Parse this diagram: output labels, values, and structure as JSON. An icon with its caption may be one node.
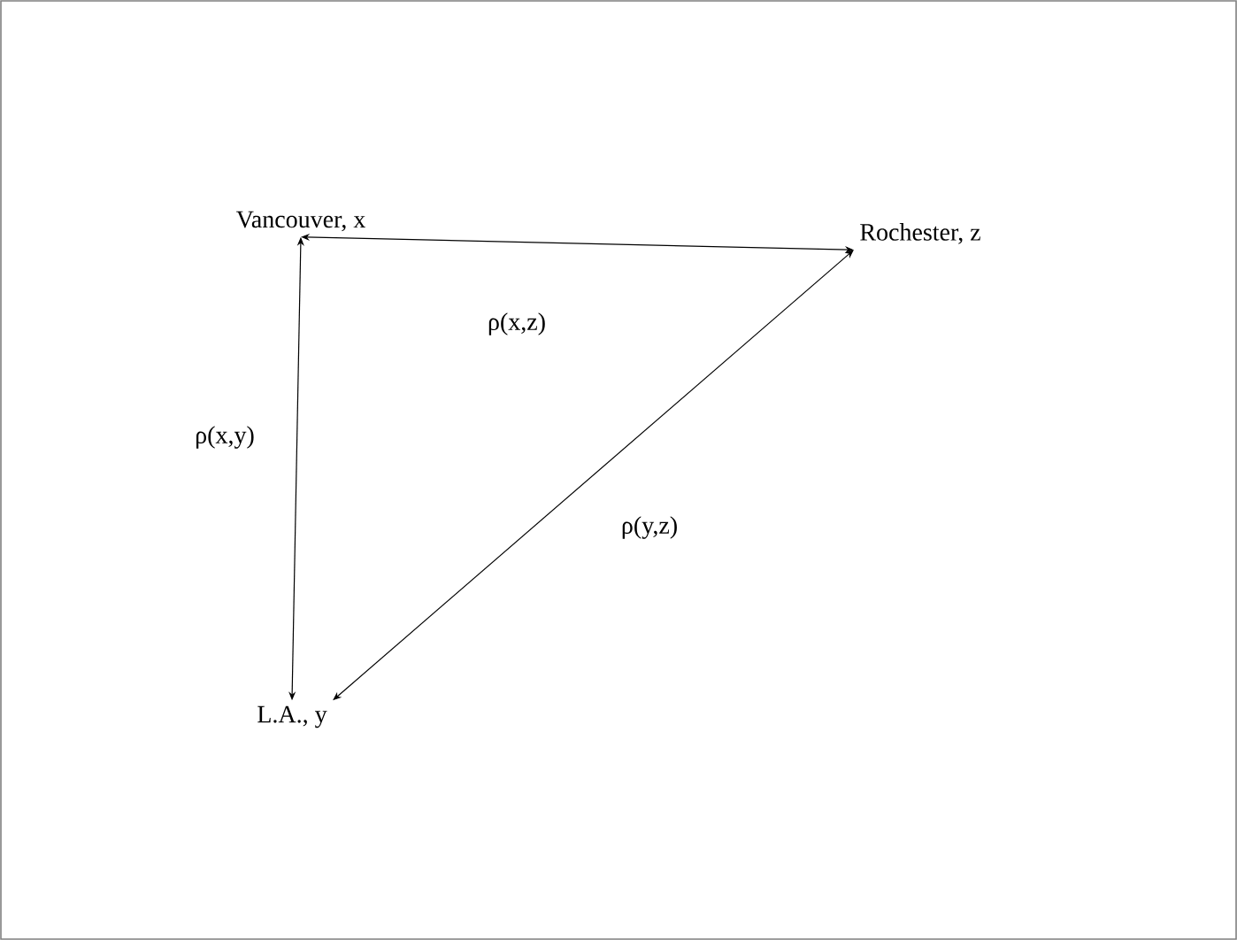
{
  "diagram": {
    "nodes": [
      {
        "text": [
          "Vancouver, x"
        ]
      },
      {
        "text": [
          "L.A., y"
        ]
      },
      {
        "text": [
          "Rochester, z"
        ]
      }
    ],
    "edges": [
      {
        "from": 0,
        "to": 2,
        "arrow": "both",
        "label": "ρ(x,z)"
      },
      {
        "from": 0,
        "to": 1,
        "arrow": "both",
        "label": "ρ(x,y)"
      },
      {
        "from": 1,
        "to": 2,
        "arrow": "both",
        "label": "ρ(y,z)"
      }
    ]
  }
}
